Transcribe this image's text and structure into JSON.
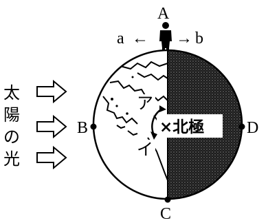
{
  "labels": {
    "A": "A",
    "B": "B",
    "C": "C",
    "D": "D",
    "a": "a",
    "b": "b",
    "a_arrow": "←",
    "b_arrow": "→",
    "sun_light": [
      "太",
      "陽",
      "の",
      "光"
    ],
    "north_pole": "×北極",
    "a_kana": "ア",
    "i_kana": "イ"
  },
  "colors": {
    "ink": "#000000",
    "night": "#2a2a2a",
    "paper": "#ffffff"
  },
  "icons": [
    "sunlight-arrow-icon",
    "person-icon",
    "rotation-arrow-icon"
  ]
}
